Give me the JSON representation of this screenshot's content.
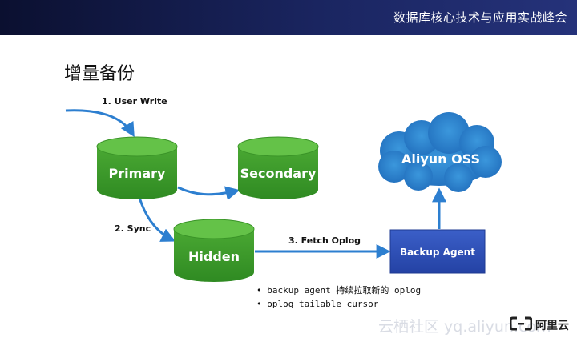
{
  "header": {
    "conference_title": "数据库核心技术与应用实战峰会"
  },
  "page": {
    "title": "增量备份"
  },
  "diagram": {
    "nodes": {
      "primary": "Primary",
      "secondary": "Secondary",
      "hidden": "Hidden",
      "backup_agent": "Backup Agent",
      "oss": "Aliyun OSS"
    },
    "steps": {
      "user_write": "1. User Write",
      "sync": "2. Sync",
      "fetch_oplog": "3. Fetch Oplog"
    },
    "colors": {
      "db_green": "#3e9a2c",
      "db_green_top": "#62c047",
      "agent_blue": "#2d4fb7",
      "cloud_blue": "#2c82cc",
      "arrow_blue": "#2d7fd0"
    }
  },
  "bullets": [
    "backup agent 持续拉取新的 oplog",
    "oplog tailable cursor"
  ],
  "footer": {
    "watermark": "云栖社区 yq.aliyun.com",
    "logo_text": "阿里云",
    "logo_icon": "aliyun-logo-icon"
  }
}
